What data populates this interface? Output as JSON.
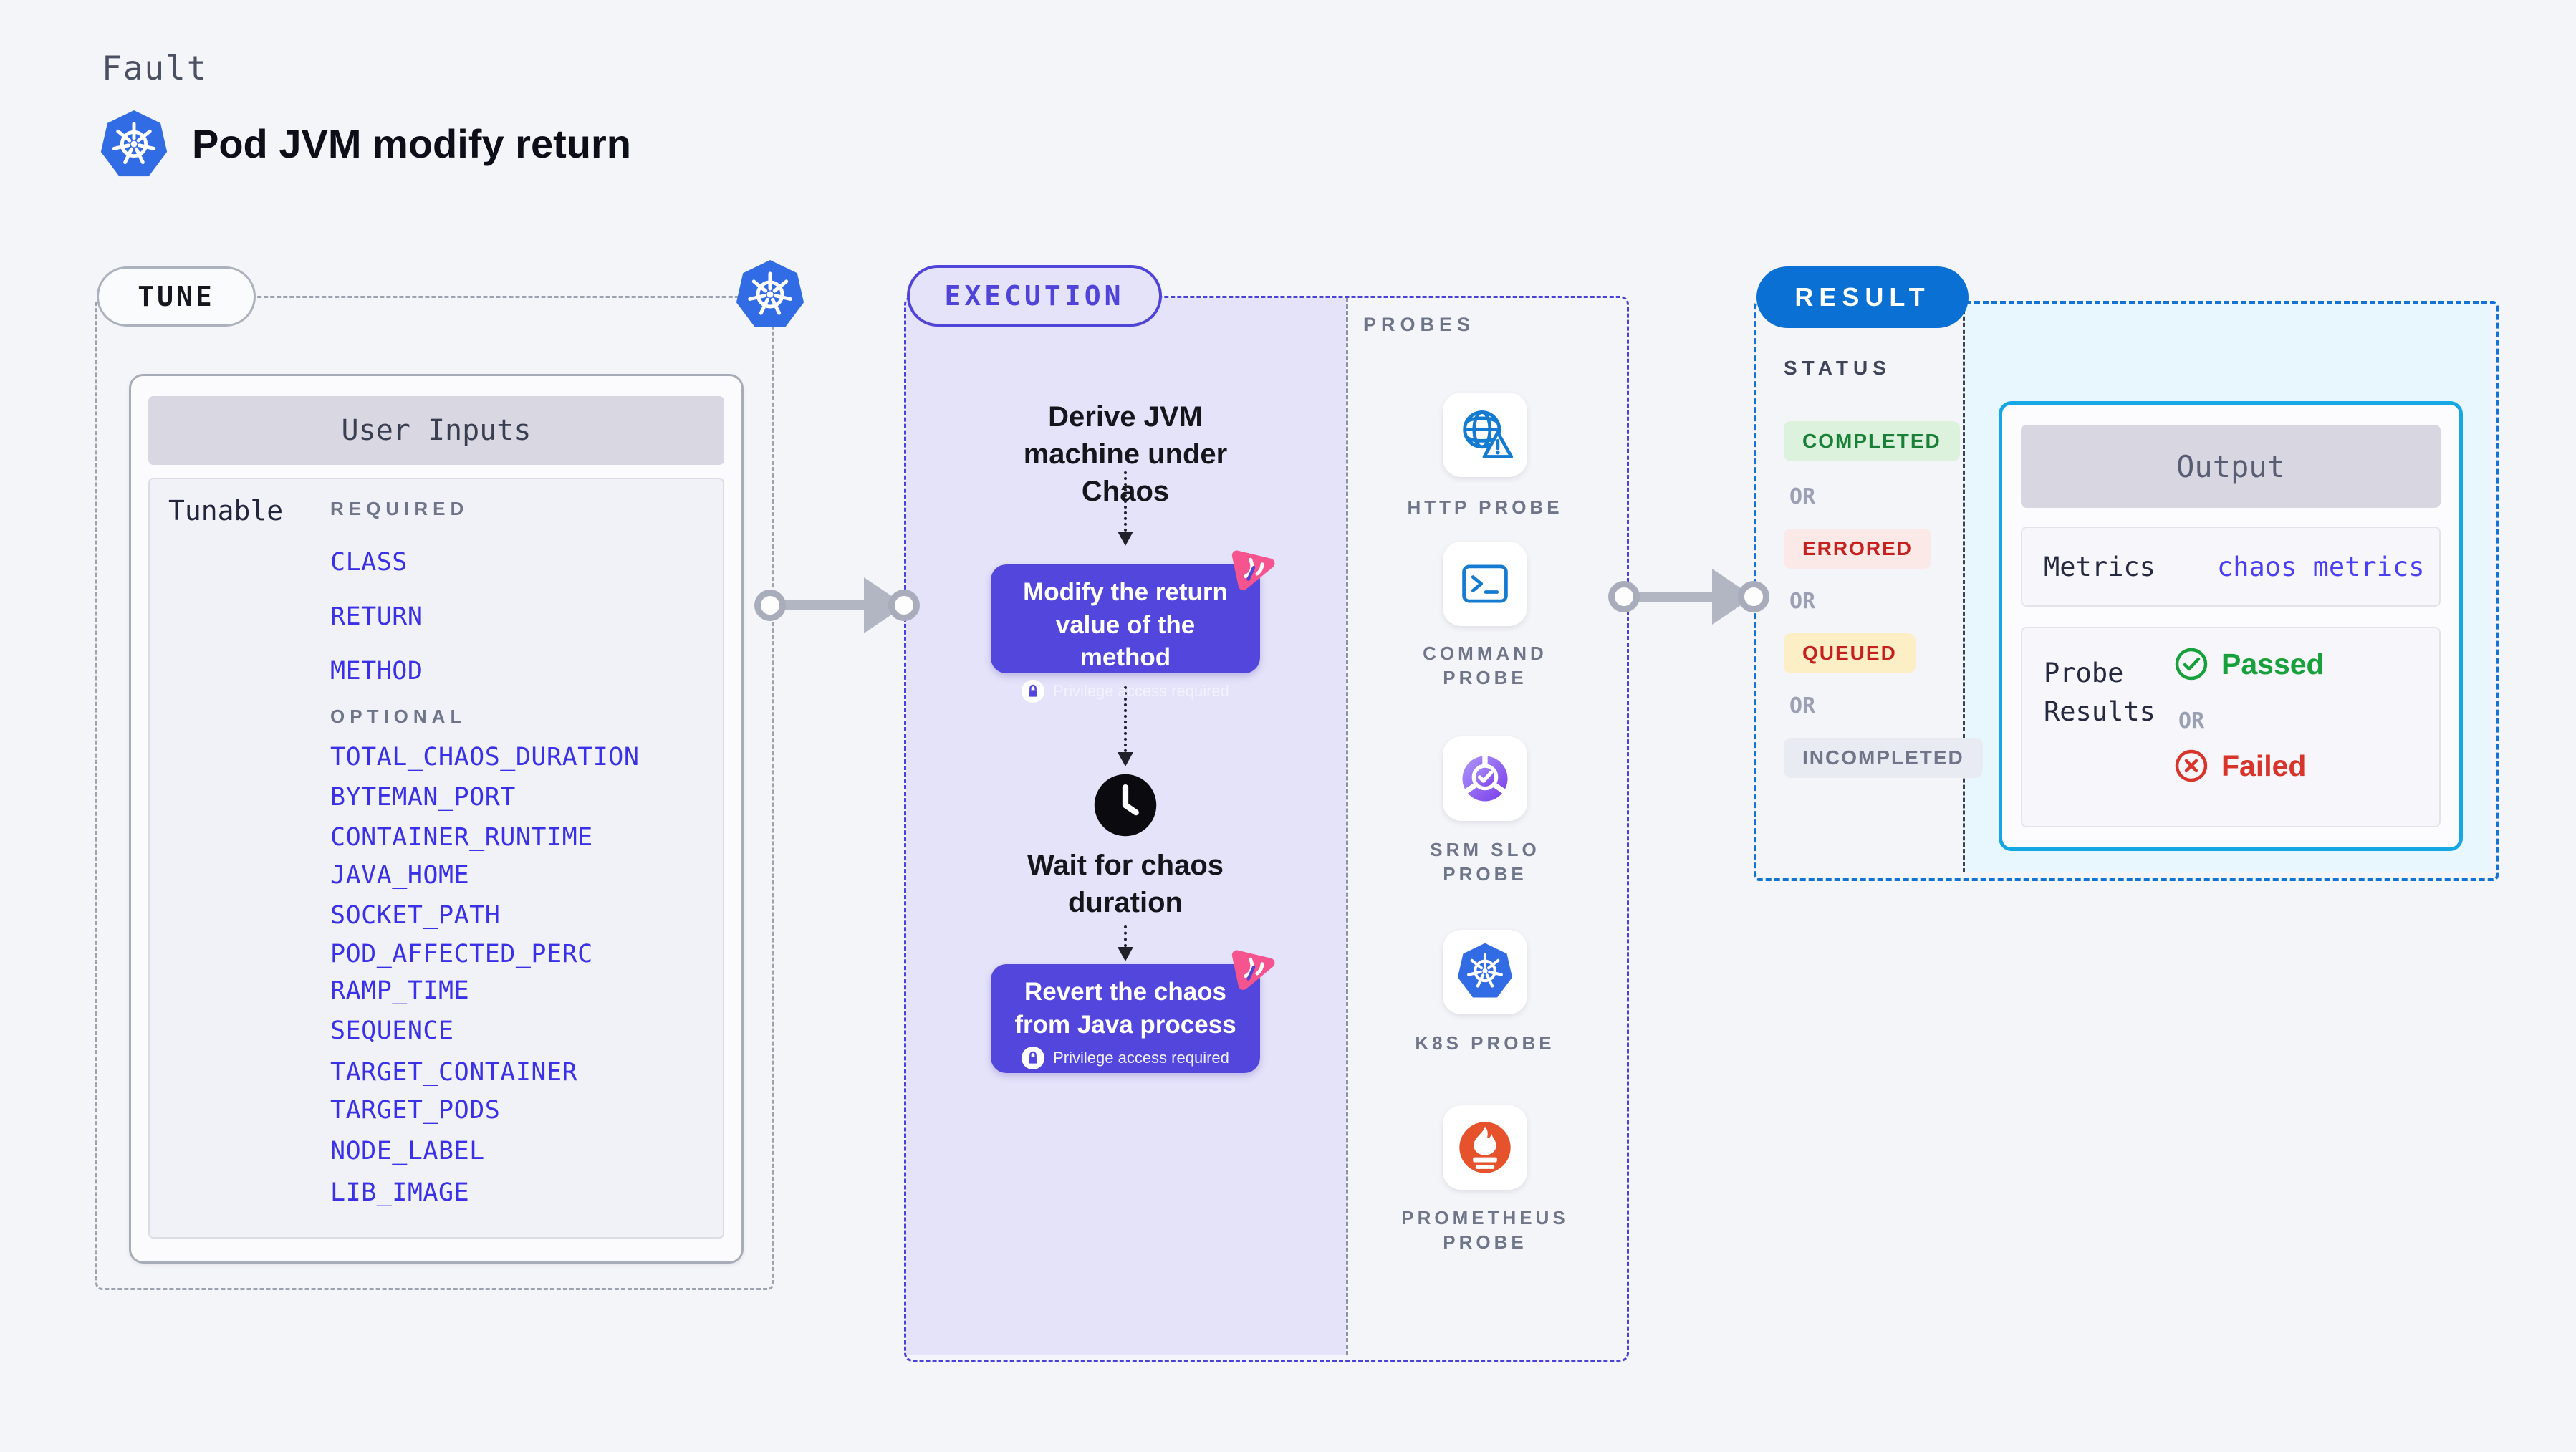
{
  "header": {
    "eyebrow": "Fault",
    "title": "Pod JVM modify return"
  },
  "tune": {
    "badge": "TUNE",
    "card_title": "User Inputs",
    "row_label": "Tunable",
    "required_label": "REQUIRED",
    "required_items": [
      "CLASS",
      "RETURN",
      "METHOD"
    ],
    "optional_label": "OPTIONAL",
    "optional_items": [
      "TOTAL_CHAOS_DURATION",
      "BYTEMAN_PORT",
      "CONTAINER_RUNTIME",
      "JAVA_HOME",
      "SOCKET_PATH",
      "POD_AFFECTED_PERC",
      "RAMP_TIME",
      "SEQUENCE",
      "TARGET_CONTAINER",
      "TARGET_PODS",
      "NODE_LABEL",
      "LIB_IMAGE"
    ]
  },
  "execution": {
    "badge": "EXECUTION",
    "step_derive": "Derive JVM machine under Chaos",
    "node_modify": "Modify the return value of the method",
    "privilege_note": "Privilege access required",
    "step_wait": "Wait for chaos duration",
    "node_revert": "Revert the chaos from Java process"
  },
  "probes": {
    "panel_label": "PROBES",
    "items": [
      {
        "label": "HTTP PROBE",
        "icon": "globe-alert-icon"
      },
      {
        "label": "COMMAND PROBE",
        "icon": "terminal-icon"
      },
      {
        "label": "SRM SLO PROBE",
        "icon": "slo-check-icon"
      },
      {
        "label": "K8S PROBE",
        "icon": "kubernetes-icon"
      },
      {
        "label": "PROMETHEUS PROBE",
        "icon": "prometheus-flame-icon"
      }
    ]
  },
  "result": {
    "badge": "RESULT",
    "status_label": "STATUS",
    "or_label": "OR",
    "statuses": [
      {
        "label": "COMPLETED",
        "text_color": "#1A8038",
        "bg_color": "#DCF2DD"
      },
      {
        "label": "ERRORED",
        "text_color": "#C5221F",
        "bg_color": "#FBE9E7"
      },
      {
        "label": "QUEUED",
        "text_color": "#C5221F",
        "bg_color": "#FCEFC6"
      },
      {
        "label": "INCOMPLETED",
        "text_color": "#70758A",
        "bg_color": "#E9EBF2"
      }
    ],
    "output": {
      "title": "Output",
      "metrics_label": "Metrics",
      "metrics_value": "chaos metrics",
      "probe_results_label": "Probe Results",
      "passed_label": "Passed",
      "failed_label": "Failed"
    }
  },
  "colors": {
    "page_background": "#F4F5F9",
    "accent_indigo": "#5246DC",
    "execution_panel": "#E5E3FA",
    "k8s_blue": "#326CE5",
    "result_blue": "#0A70D4",
    "cyan_border": "#15A7E3",
    "link_blue": "#3A31E6",
    "passed_green": "#17A03C",
    "failed_red": "#D7352B",
    "prometheus_orange": "#E6522C",
    "pink_chaos": "#F5548E"
  }
}
